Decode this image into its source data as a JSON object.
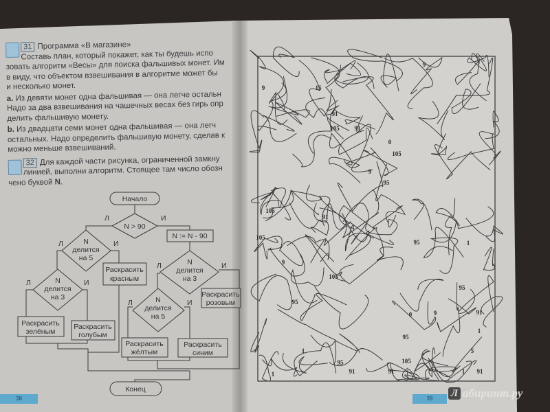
{
  "left_page": {
    "task31": {
      "number": "31",
      "title": "Программа «В магазине»",
      "intro_lines": [
        "Составь план, который покажет, как ты будешь испо",
        "зовать алгоритм «Весы» для поиска фальшивых монет. Им",
        "в виду, что объектом взвешивания в алгоритме может бы",
        "и несколько монет."
      ],
      "a_marker": "a.",
      "a_lines": [
        "Из девяти монет одна фальшивая — она легче остальн",
        "Надо за два взвешивания на чашечных весах без гирь опр",
        "делить фальшивую монету."
      ],
      "b_marker": "b.",
      "b_lines": [
        "Из двадцати семи монет одна фальшивая — она легч",
        "остальных. Надо определить фальшивую монету, сделав к",
        "можно меньше взвешиваний."
      ]
    },
    "task32": {
      "number": "32",
      "lines": [
        "Для каждой части рисунка, ограниченной замкну",
        "линией, выполни алгоритм. Стоящее там число обозн"
      ],
      "last_line_prefix": "чено буквой ",
      "last_line_var": "N",
      "last_line_suffix": "."
    },
    "flowchart": {
      "start": "Начало",
      "end": "Конец",
      "cond_gt90": "N > 90",
      "assign": "N := N - 90",
      "cond_n": "N",
      "cond_div": "делится",
      "on5": "на 5",
      "on3": "на 3",
      "false_label": "Л",
      "true_label": "И",
      "paint": "Раскрасить",
      "red": "красным",
      "green": "зелёным",
      "blue": "голубым",
      "pink": "розовым",
      "yellow": "жёлтым",
      "darkblue": "синим"
    },
    "page_number": "38"
  },
  "right_page": {
    "region_numbers": [
      "9",
      "9",
      "15",
      "91",
      "105",
      "91",
      "0",
      "105",
      "9",
      "95",
      "105",
      "91",
      "105",
      "9",
      "95",
      "1",
      "105",
      "95",
      "95",
      "0",
      "9",
      "91",
      "1",
      "95",
      "1",
      "95",
      "105",
      "5",
      "91",
      "91",
      "1",
      "91",
      "1"
    ],
    "page_number": "39"
  },
  "watermark": {
    "logo": "Л",
    "text": "абиринт.ру"
  },
  "colors": {
    "accent_blue": "#5fa9cf",
    "page": "#c8c6c3",
    "ink": "#333333"
  }
}
